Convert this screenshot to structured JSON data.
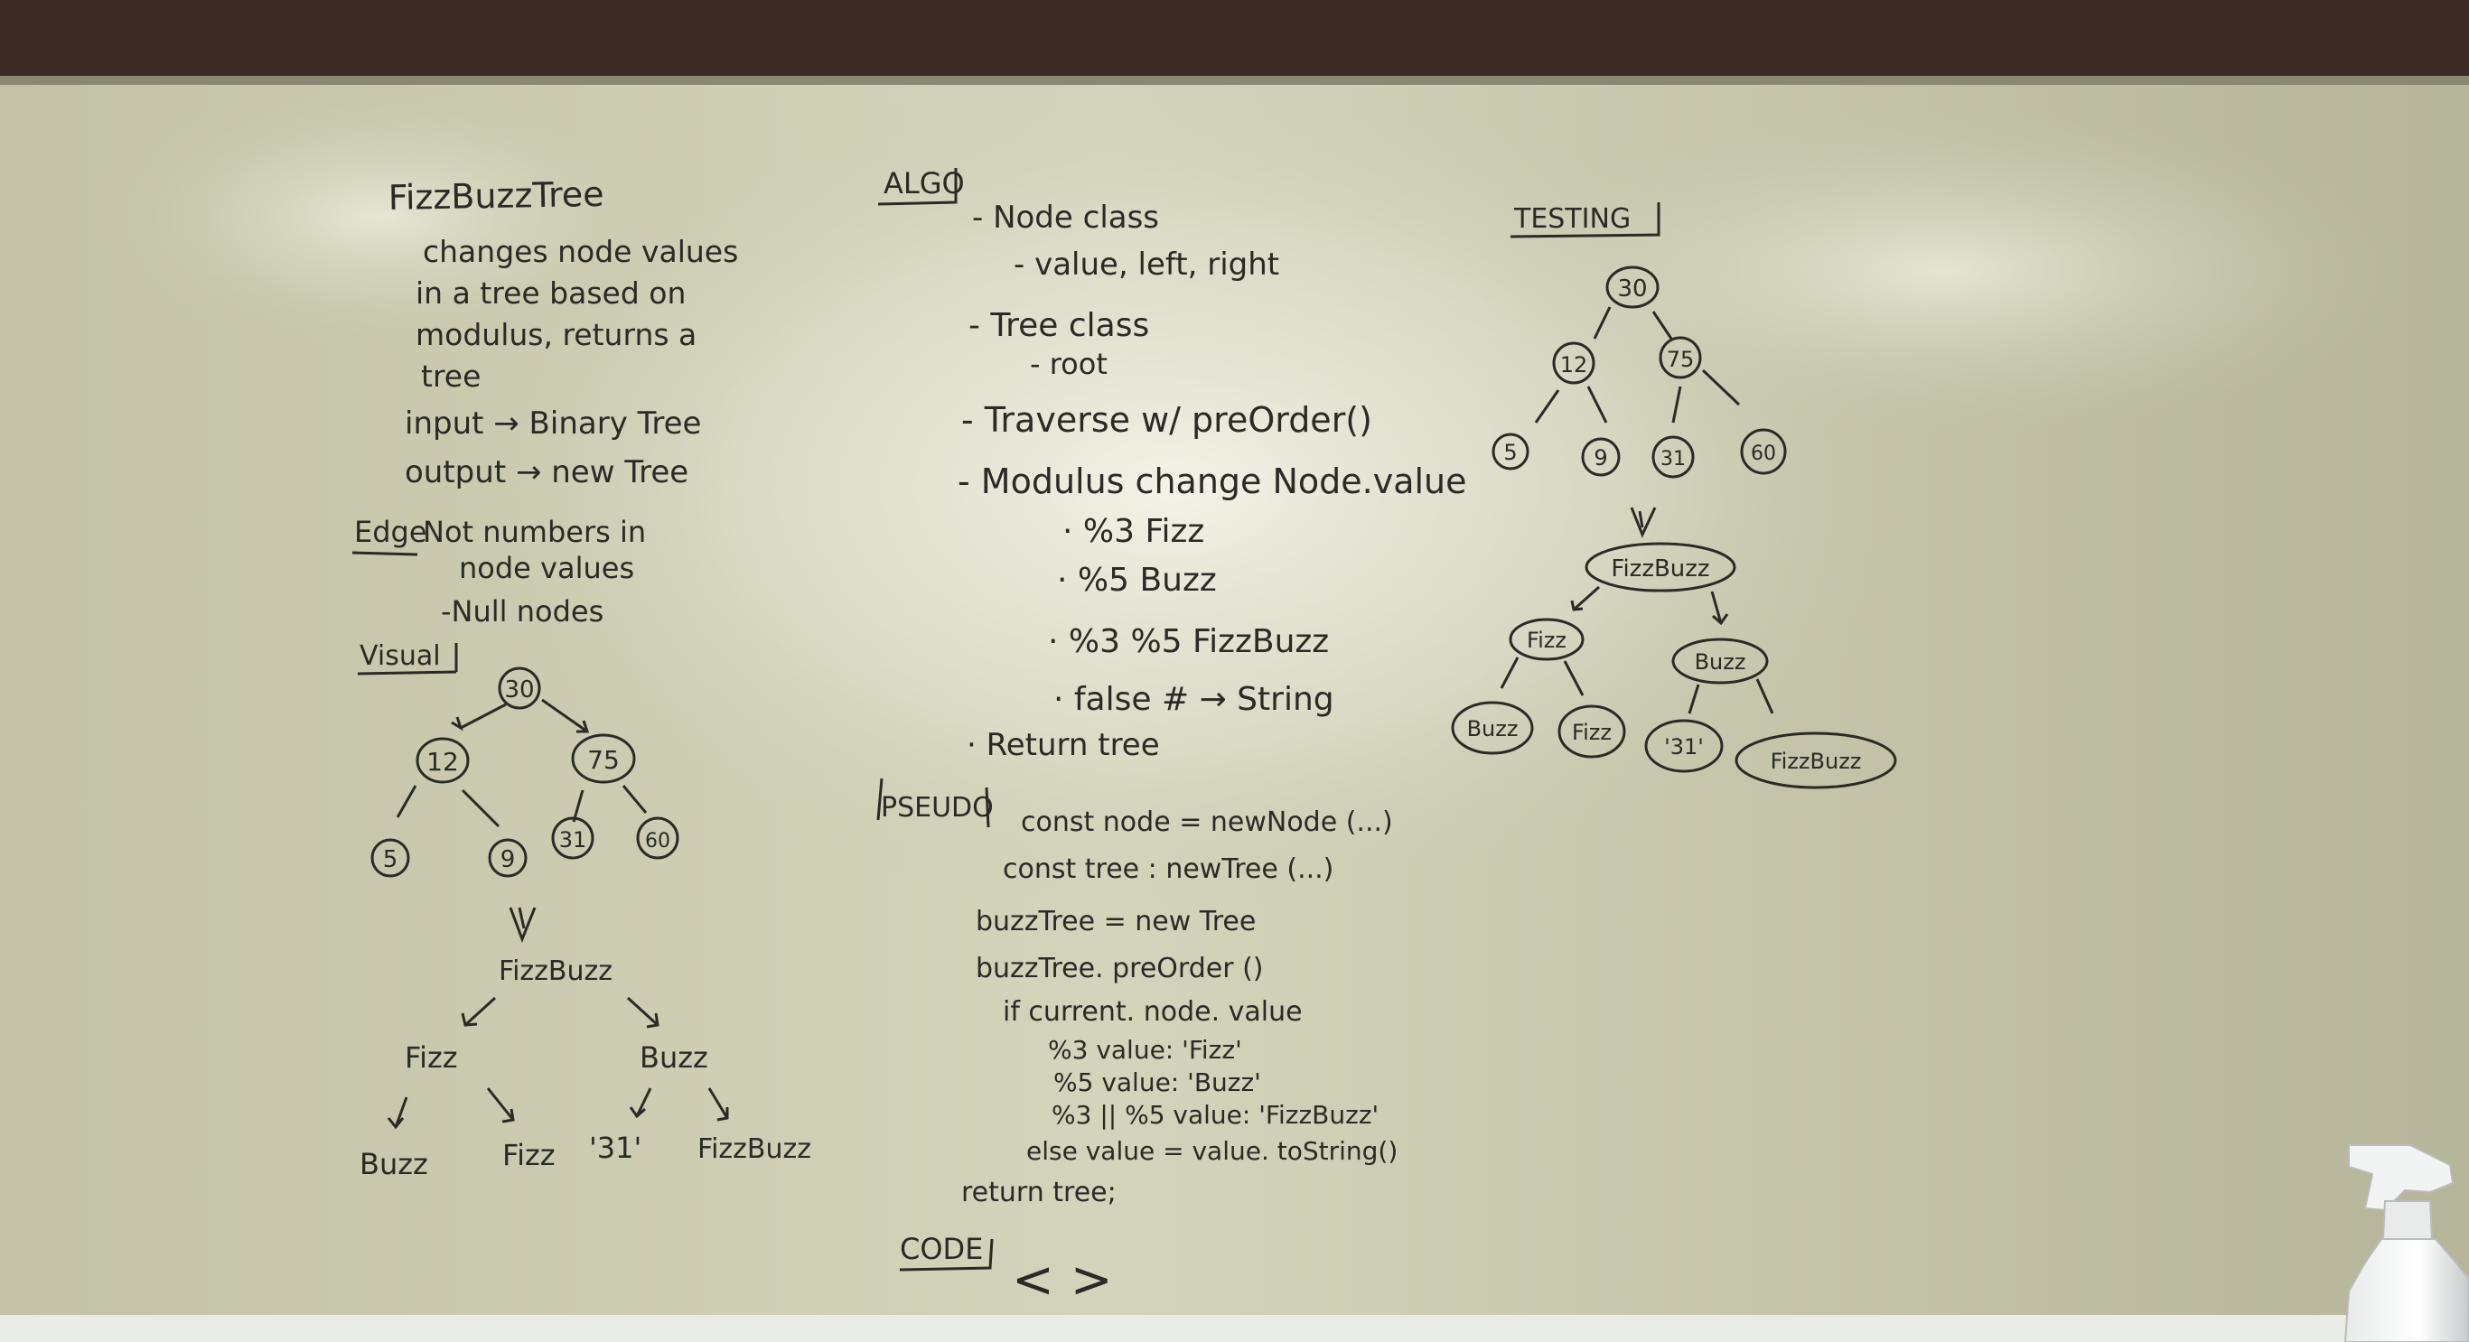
{
  "left_column": {
    "title": "FizzBuzzTree",
    "description": [
      "changes node values",
      "in a tree based on",
      "modulus, returns a",
      "tree"
    ],
    "input": "input → Binary Tree",
    "output": "output → new Tree",
    "edge_label": "Edge",
    "edge_lines": [
      "Not numbers in",
      "node values",
      "-Null nodes"
    ],
    "visual_label": "Visual",
    "input_tree": {
      "root": "30",
      "l": "12",
      "r": "75",
      "ll": "5",
      "lr": "9",
      "rl": "31",
      "rr": "60"
    },
    "output_tree": {
      "root": "FizzBuzz",
      "l": "Fizz",
      "r": "Buzz",
      "ll": "Buzz",
      "lr": "Fizz",
      "rl": "'31'",
      "rr": "FizzBuzz"
    }
  },
  "middle_column": {
    "algo_label": "ALGO",
    "algo_lines": [
      "- Node class",
      "- value, left, right",
      "- Tree class",
      "- root",
      "- Traverse w/ preOrder()",
      "- Modulus change Node.value",
      "· %3  Fizz",
      "· %5  Buzz",
      "· %3 %5  FizzBuzz",
      "· false   # → String",
      "· Return tree"
    ],
    "pseudo_label": "PSEUDO",
    "pseudo_lines": [
      "const node = newNode (...)",
      "const tree : newTree (...)",
      "buzzTree = new Tree",
      "buzzTree. preOrder ()",
      "if current. node. value",
      "%3  value: 'Fizz'",
      "%5  value: 'Buzz'",
      "%3 || %5  value: 'FizzBuzz'",
      "else  value = value. toString()",
      "return tree;"
    ],
    "code_label": "CODE",
    "code_brackets": "<  >"
  },
  "right_column": {
    "testing_label": "TESTING",
    "input_tree": {
      "root": "30",
      "l": "12",
      "r": "75",
      "ll": "5",
      "lr": "9",
      "rl": "31",
      "rr": "60"
    },
    "output_tree": {
      "root": "FizzBuzz",
      "l": "Fizz",
      "r": "Buzz",
      "ll": "Buzz",
      "lr": "Fizz",
      "rl": "'31'",
      "rr": "FizzBuzz"
    }
  }
}
